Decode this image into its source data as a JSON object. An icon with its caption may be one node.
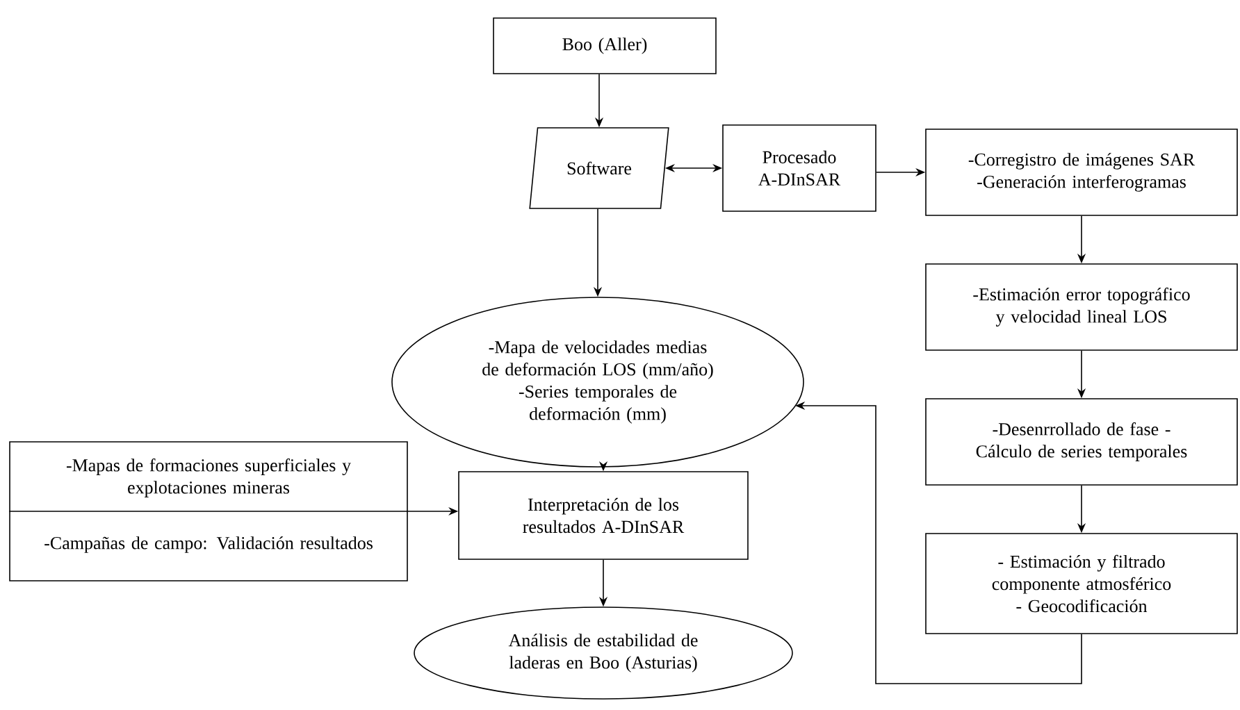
{
  "diagram": {
    "nodes": [
      {
        "text": [
          "Boo (Aller)"
        ]
      },
      {
        "text": [
          "Software"
        ]
      },
      {
        "text": [
          "Procesado A-DInSAR"
        ]
      },
      {
        "text": [
          "-Corregistro de imágenes SAR -Generación interferogramas"
        ]
      },
      {
        "text": [
          "-Estimación error topográfico y velocidad lineal LOS"
        ]
      },
      {
        "text": [
          "-Desenrrollado de fase -Cálculo de series temporales"
        ]
      },
      {
        "text": [
          "- Estimación y filtrado componente atmosférico - Geocodificación"
        ]
      },
      {
        "text": [
          "-Mapa de velocidades medias de deformación LOS (mm/año)",
          "-Series temporales de deformación (mm)"
        ]
      },
      {
        "text": [
          "-Mapas de formaciones superficiales y explotaciones mineras",
          "-Campañas de campo: Validación resultados"
        ]
      },
      {
        "text": [
          "Interpretación de los resultados A-DInSAR"
        ]
      },
      {
        "text": [
          "Análisis de estabilidad de laderas en Boo (Asturias)"
        ]
      }
    ],
    "edges": [
      {
        "from": 0,
        "to": 1,
        "arrow": "to"
      },
      {
        "from": 1,
        "to": 2,
        "arrow": "both"
      },
      {
        "from": 2,
        "to": 3,
        "arrow": "to"
      },
      {
        "from": 1,
        "to": 7,
        "arrow": "to"
      },
      {
        "from": 3,
        "to": 4,
        "arrow": "to"
      },
      {
        "from": 4,
        "to": 5,
        "arrow": "to"
      },
      {
        "from": 5,
        "to": 6,
        "arrow": "to"
      },
      {
        "from": 6,
        "to": 7,
        "arrow": "to"
      },
      {
        "from": 7,
        "to": 9,
        "arrow": "to"
      },
      {
        "from": 8,
        "to": 9,
        "arrow": "to"
      },
      {
        "from": 9,
        "to": 10,
        "arrow": "to"
      }
    ]
  }
}
